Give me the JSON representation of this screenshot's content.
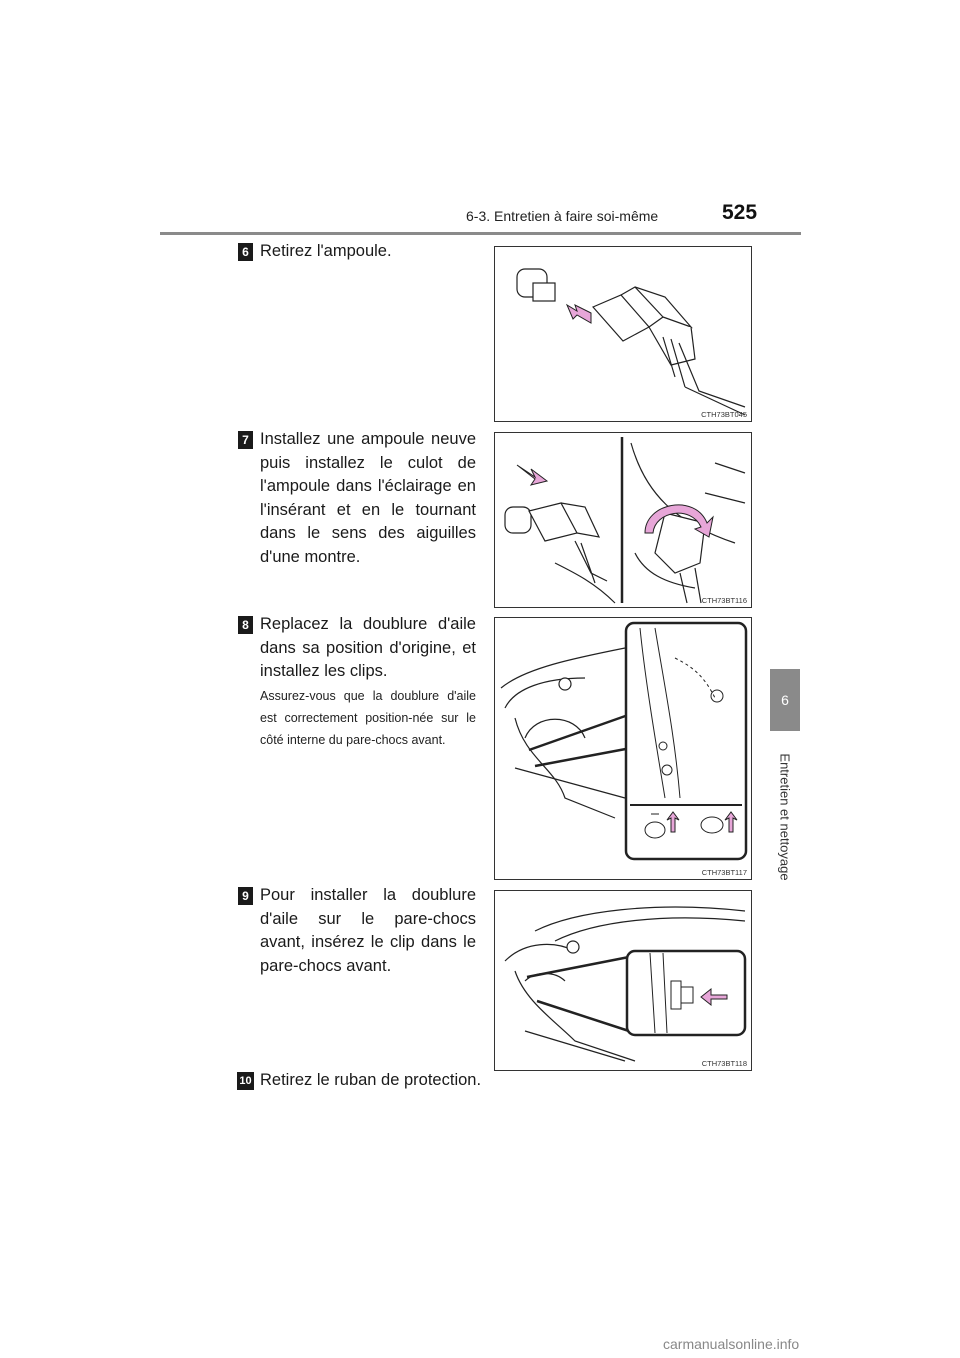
{
  "header": {
    "section_title": "6-3. Entretien à faire soi-même",
    "page_number": "525"
  },
  "side_tab": {
    "chapter_number": "6",
    "chapter_title": "Entretien et nettoyage"
  },
  "steps": [
    {
      "number": "6",
      "text": "Retirez l'ampoule.",
      "figure_code": "CTH73BT045"
    },
    {
      "number": "7",
      "text": "Installez une ampoule neuve puis installez le culot de l'ampoule dans l'éclairage en l'insérant et en le tournant dans le sens des aiguilles d'une montre.",
      "figure_code": "CTH73BT116"
    },
    {
      "number": "8",
      "text": "Replacez la doublure d'aile dans sa position d'origine, et installez les clips.",
      "note": "Assurez-vous que la doublure d'aile est correctement position-née sur le côté interne du pare-chocs avant.",
      "figure_code": "CTH73BT117"
    },
    {
      "number": "9",
      "text": "Pour installer la doublure d'aile sur le pare-chocs avant, insérez le clip dans le pare-chocs avant.",
      "figure_code": "CTH73BT118"
    },
    {
      "number": "10",
      "text": "Retirez le ruban de protection."
    }
  ],
  "watermark": "carmanualsonline.info",
  "colors": {
    "accent_arrow": "#e7a6d8",
    "header_rule": "#8a8a8a",
    "step_badge": "#1a1a1a"
  }
}
